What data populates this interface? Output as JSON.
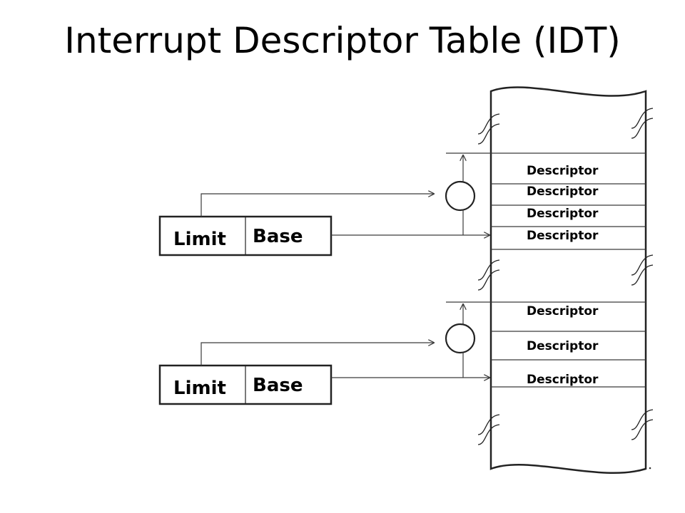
{
  "title": "Interrupt Descriptor Table (IDT)",
  "registers": [
    {
      "limit_label": "Limit",
      "base_label": "Base"
    },
    {
      "limit_label": "Limit",
      "base_label": "Base"
    }
  ],
  "table_groups": [
    {
      "descriptors": [
        "Descriptor",
        "Descriptor",
        "Descriptor",
        "Descriptor"
      ]
    },
    {
      "descriptors": [
        "Descriptor",
        "Descriptor",
        "Descriptor"
      ]
    }
  ],
  "colors": {
    "line": "#3a3a3a",
    "text": "#000000",
    "background": "#ffffff"
  }
}
